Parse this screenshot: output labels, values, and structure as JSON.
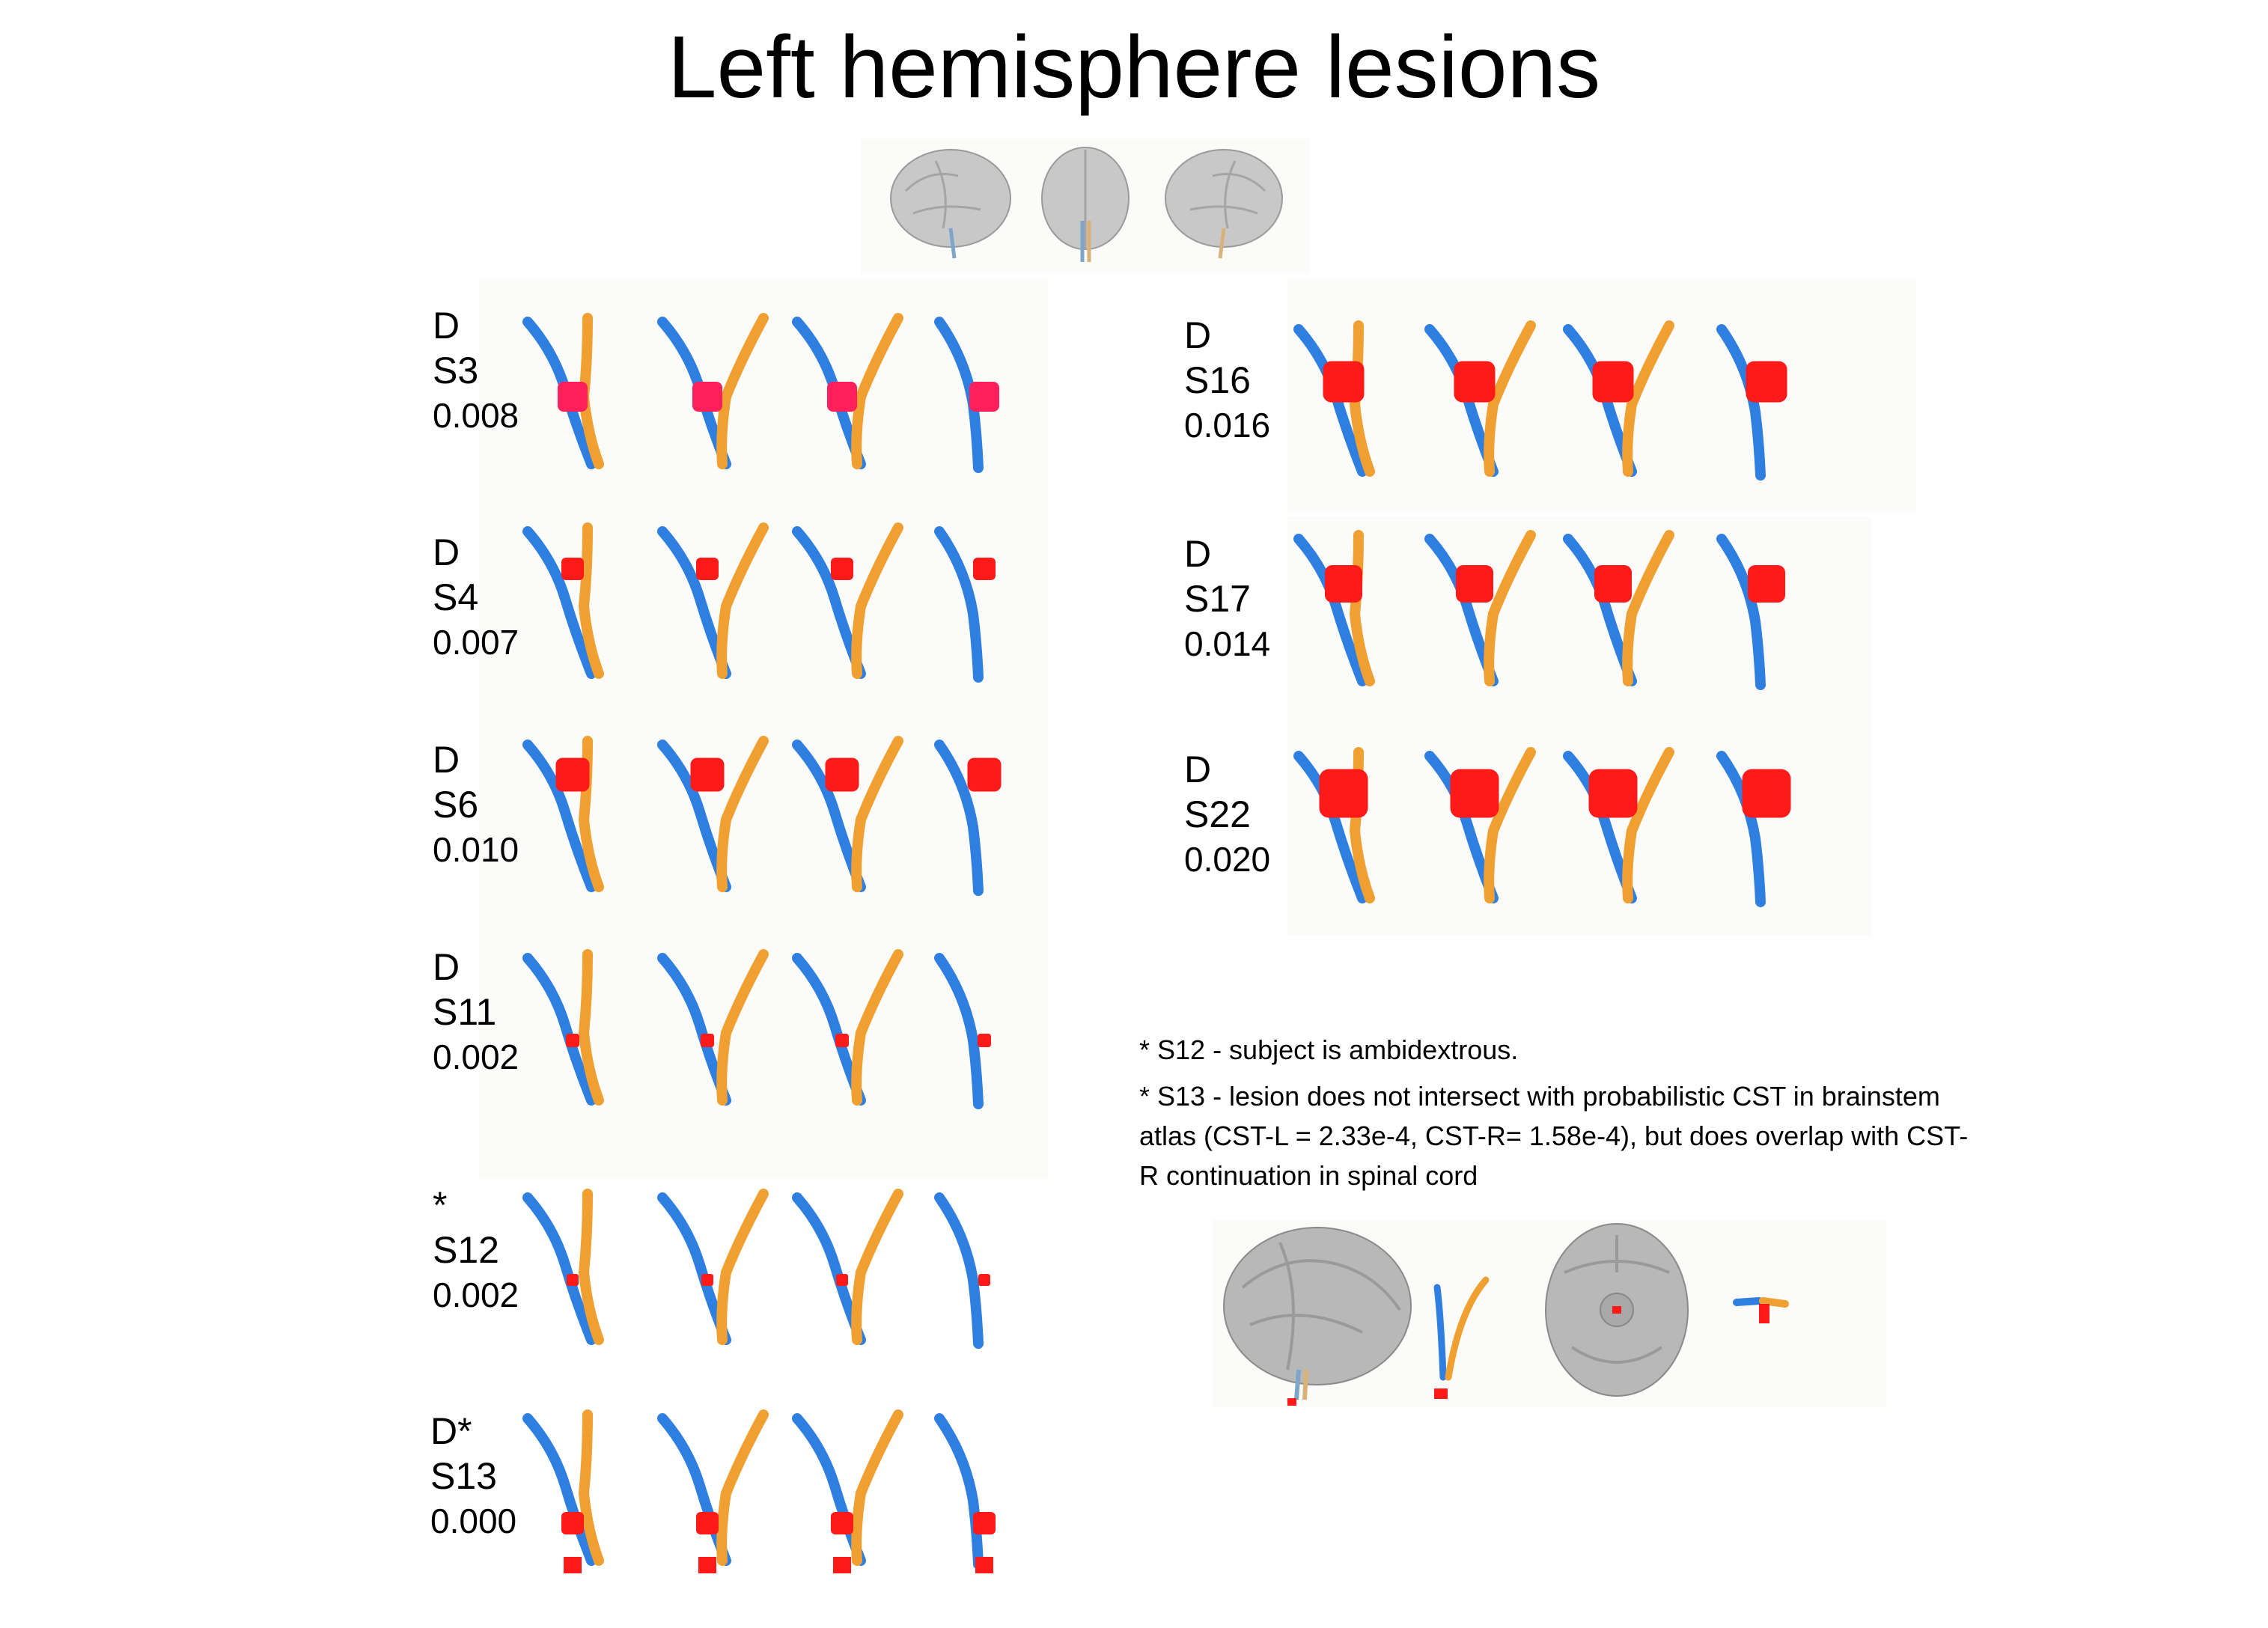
{
  "title": "Left hemisphere lesions",
  "colors": {
    "left_tract": "#2f7fe0",
    "right_tract": "#f0a030",
    "lesion": "#ff1a1a",
    "lesion_first": "#ff1f5a",
    "brain": "#bdbdbd"
  },
  "icons": {
    "orientation_brains": [
      "brain-lateral-left-icon",
      "brain-coronal-icon",
      "brain-lateral-right-icon"
    ],
    "tract": "corticospinal-tract-icon",
    "lesion": "lesion-blob-icon"
  },
  "subjects": [
    {
      "id": "S3",
      "mark": "D",
      "value": "0.008"
    },
    {
      "id": "S4",
      "mark": "D",
      "value": "0.007"
    },
    {
      "id": "S6",
      "mark": "D",
      "value": "0.010"
    },
    {
      "id": "S11",
      "mark": "D",
      "value": "0.002"
    },
    {
      "id": "S12",
      "mark": "*",
      "value": "0.002"
    },
    {
      "id": "S13",
      "mark": "D*",
      "value": "0.000"
    },
    {
      "id": "S16",
      "mark": "D",
      "value": "0.016"
    },
    {
      "id": "S17",
      "mark": "D",
      "value": "0.014"
    },
    {
      "id": "S22",
      "mark": "D",
      "value": "0.020"
    }
  ],
  "notes": {
    "s12": "* S12 - subject is ambidextrous.",
    "s13": "* S13 - lesion does not intersect with probabilistic CST in brainstem atlas (CST-L = 2.33e-4, CST-R= 1.58e-4), but does overlap with CST-R continuation in spinal cord"
  }
}
